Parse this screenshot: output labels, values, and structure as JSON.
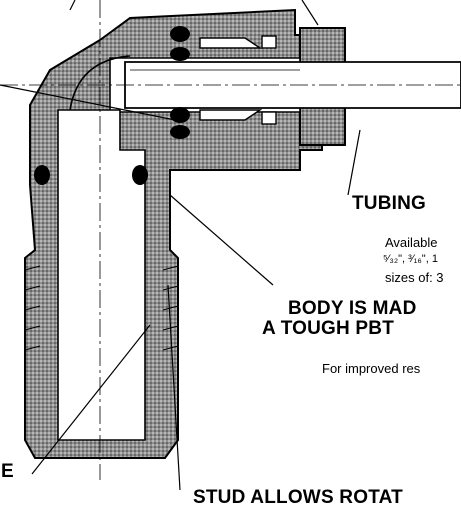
{
  "labels": {
    "tubing_heading": "TUBING",
    "tubing_text": [
      "Available",
      "⁵⁄₃₂\", ³⁄₁₆\", 1",
      "sizes of: 3"
    ],
    "body_heading": [
      "BODY IS MAD",
      "A TOUGH PBT"
    ],
    "body_text": "For improved res",
    "left_edge_letter": "E",
    "stud_heading": "STUD ALLOWS ROTAT"
  },
  "colors": {
    "ink": "#000000",
    "body_fill": "#9a9a9a",
    "paper": "#ffffff"
  }
}
